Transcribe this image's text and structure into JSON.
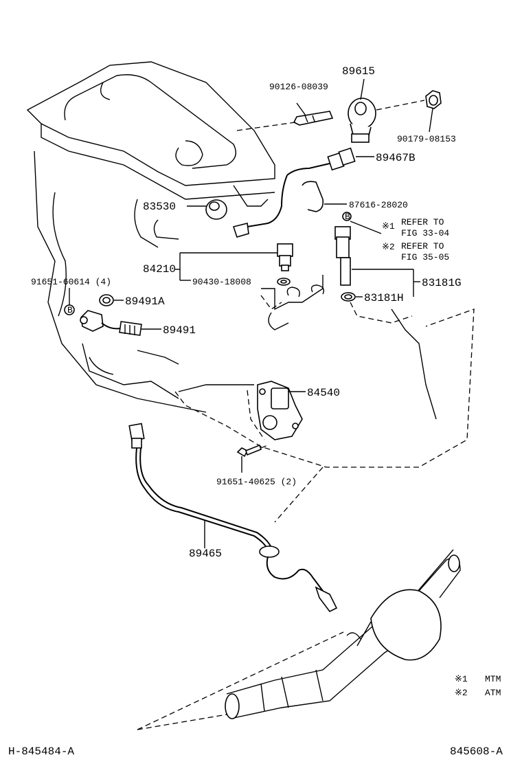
{
  "parts": {
    "p89615": "89615",
    "p9012608039": "90126-08039",
    "p9017908153": "90179-08153",
    "p89467B": "89467B",
    "p83530": "83530",
    "p8761628020": "87616-28020",
    "p84210": "84210",
    "p9043018008": "90430-18008",
    "p83181G": "83181G",
    "p83181H": "83181H",
    "p9165160614": "91651-60614 (4)",
    "p89491A": "89491A",
    "p89491": "89491",
    "p84540": "84540",
    "p9165140625": "91651-40625 (2)",
    "p89465": "89465"
  },
  "refs": {
    "ref1_mark": "※1",
    "ref1_line1": "REFER TO",
    "ref1_line2": "FIG 33-04",
    "ref2_mark": "※2",
    "ref2_line1": "REFER TO",
    "ref2_line2": "FIG 35-05",
    "callout_b": "B"
  },
  "legend": {
    "mark1": "※1",
    "text1": "MTM",
    "mark2": "※2",
    "text2": "ATM"
  },
  "footer": {
    "left_code": "H-845484-A",
    "right_code": "845608-A"
  }
}
